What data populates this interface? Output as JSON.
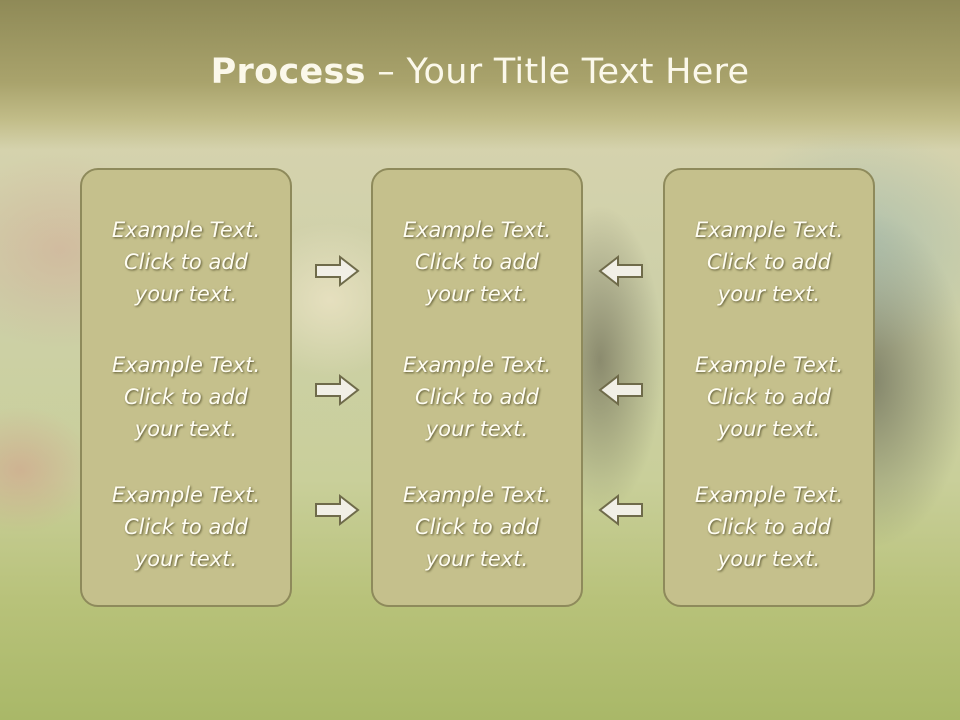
{
  "slide": {
    "title_bold": "Process",
    "title_rest": " – Your Title Text Here"
  },
  "panels": [
    {
      "items": [
        {
          "l1": "Example Text.",
          "l2": "Click  to add",
          "l3": "your text."
        },
        {
          "l1": "Example Text.",
          "l2": "Click  to add",
          "l3": "your text."
        },
        {
          "l1": "Example Text.",
          "l2": "Click  to add",
          "l3": "your text."
        }
      ]
    },
    {
      "items": [
        {
          "l1": "Example Text.",
          "l2": "Click  to add",
          "l3": "your text."
        },
        {
          "l1": "Example Text.",
          "l2": "Click  to add",
          "l3": "your text."
        },
        {
          "l1": "Example Text.",
          "l2": "Click  to add",
          "l3": "your text."
        }
      ]
    },
    {
      "items": [
        {
          "l1": "Example Text.",
          "l2": "Click  to add",
          "l3": "your text."
        },
        {
          "l1": "Example Text.",
          "l2": "Click  to add",
          "l3": "your text."
        },
        {
          "l1": "Example Text.",
          "l2": "Click  to add",
          "l3": "your text."
        }
      ]
    }
  ],
  "arrows": {
    "left_group": "right-arrow-icon",
    "right_group": "left-arrow-icon"
  },
  "colors": {
    "title_band": "#a9a36c",
    "panel_fill": "#c5c08c",
    "panel_border": "#8e8a5b",
    "text": "#fffdf2"
  }
}
